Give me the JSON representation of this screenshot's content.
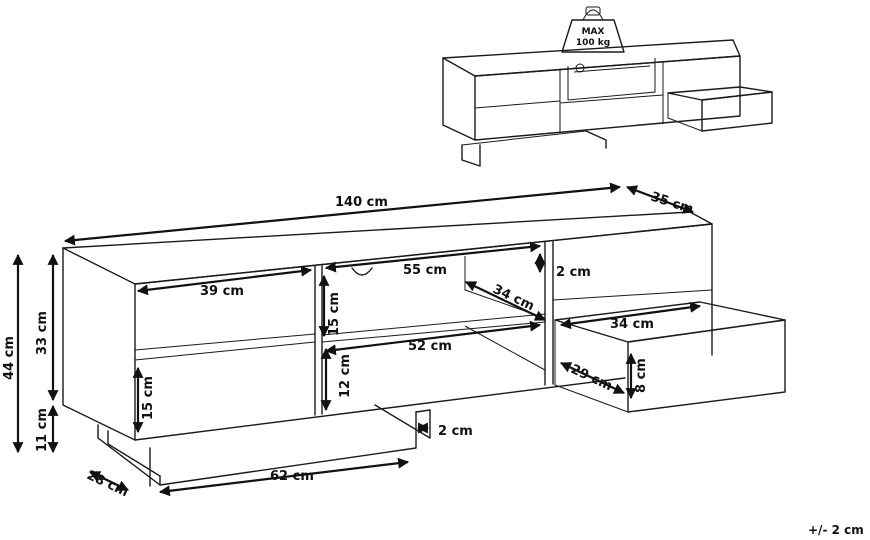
{
  "weight_badge": {
    "line1": "MAX",
    "line2": "100 kg"
  },
  "dimensions": {
    "width": "140 cm",
    "depth": "35 cm",
    "total_height": "44 cm",
    "body_height": "33 cm",
    "leg_height": "11 cm",
    "left_compartment_width": "39 cm",
    "left_lower_height": "15 cm",
    "base_depth": "28 cm",
    "base_width": "62 cm",
    "middle_top_width": "55 cm",
    "middle_upper_height": "15 cm",
    "middle_inner_depth": "34 cm",
    "middle_lower_width": "52 cm",
    "middle_lower_height": "12 cm",
    "right_gap": "2 cm",
    "leg_offset": "2 cm",
    "drawer_width": "34 cm",
    "drawer_depth": "29 cm",
    "drawer_height": "8 cm"
  },
  "tolerance": "+/- 2 cm"
}
